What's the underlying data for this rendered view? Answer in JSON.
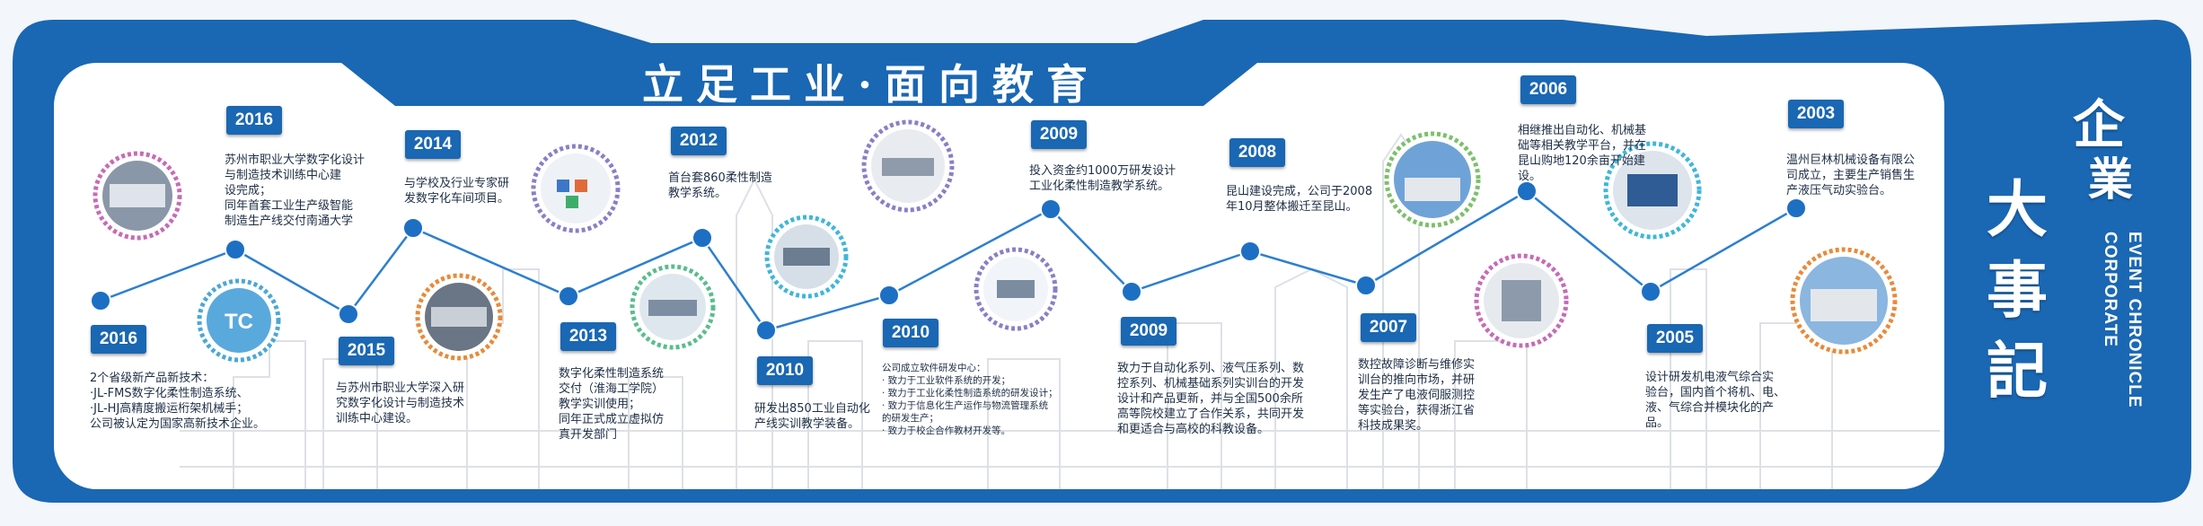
{
  "banner": {
    "title": "立足工业·面向教育",
    "side_title_chars": [
      "企",
      "業",
      "大",
      "事",
      "記"
    ],
    "side_subtitle_en_line1": "EVENT CHRONICLE",
    "side_subtitle_en_line2": "CORPORATE"
  },
  "colors": {
    "frame_blue": "#1a67b3",
    "panel_white": "#ffffff",
    "line_blue": "#2c7fd0",
    "dot_blue": "#1d6fc4",
    "city_gray": "#d9dde3"
  },
  "events": [
    {
      "year": "2016",
      "text": "苏州市职业大学数字化设计\n与制造技术训练中心建\n设完成；\n同年首套工业生产级智能\n制造生产线交付南通大学"
    },
    {
      "year": "2016",
      "text": "2个省级新产品新技术：\n·JL-FMS数字化柔性制造系统、\n·JL-HJ高精度搬运桁架机械手；\n公司被认定为国家高新技术企业。"
    },
    {
      "year": "2015",
      "text": "与苏州市职业大学深入研\n究数字化设计与制造技术\n训练中心建设。"
    },
    {
      "year": "2014",
      "text": "与学校及行业专家研\n发数字化车间项目。"
    },
    {
      "year": "2013",
      "text": "数字化柔性制造系统\n交付（淮海工学院）\n教学实训使用；\n同年正式成立虚拟仿\n真开发部门"
    },
    {
      "year": "2012",
      "text": "首台套860柔性制造\n教学系统。"
    },
    {
      "year": "2010",
      "text": "研发出850工业自动化\n产线实训教学装备。"
    },
    {
      "year": "2010",
      "text": "公司成立软件研发中心：\n· 致力于工业软件系统的开发；\n· 致力于工业化柔性制造系统的研发设计；\n· 致力于信息化生产运作与物流管理系统\n  的研发生产；\n· 致力于校企合作教材开发等。"
    },
    {
      "year": "2009",
      "text": "投入资金约1000万研发设计\n工业化柔性制造教学系统。"
    },
    {
      "year": "2009",
      "text": "致力于自动化系列、液气压系列、数\n控系列、机械基础系列实训台的开发\n设计和产品更新，并与全国500余所\n高等院校建立了合作关系，共同开发\n和更适合与高校的科教设备。"
    },
    {
      "year": "2008",
      "text": "昆山建设完成，公司于2008\n年10月整体搬迁至昆山。"
    },
    {
      "year": "2007",
      "text": "数控故障诊断与维修实\n训台的推向市场，并研\n发生产了电液伺服测控\n等实验台，获得浙江省\n科技成果奖。"
    },
    {
      "year": "2006",
      "text": "相继推出自动化、机械基\n础等相关教学平台，并在\n昆山购地120余亩开始建\n设。"
    },
    {
      "year": "2005",
      "text": "设计研发机电液气综合实\n验台，国内首个将机、电、\n液、气综合并模块化的产\n品。"
    },
    {
      "year": "2003",
      "text": "温州巨林机械设备有限公\n司成立，主要生产销售生\n产液压气动实验台。"
    }
  ]
}
